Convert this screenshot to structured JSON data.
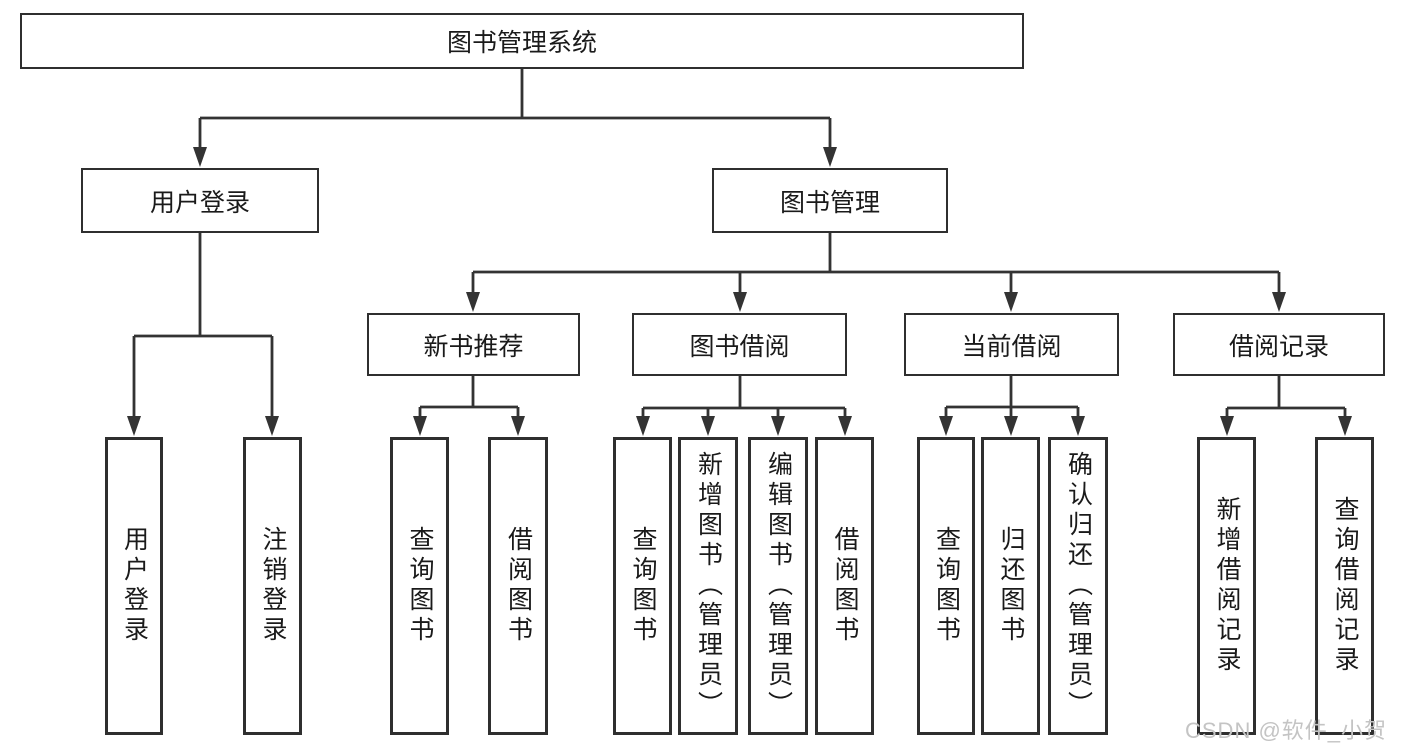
{
  "colors": {
    "background": "#ffffff",
    "line": "#333333",
    "box_border": "#2f2f2f",
    "text": "#1a1a1a",
    "watermark": "#c4c4c4"
  },
  "watermark": {
    "text": "CSDN @软件_小贺同学"
  },
  "tree": {
    "root": {
      "label": "图书管理系统"
    },
    "branches": [
      {
        "label": "用户登录",
        "children": [
          {
            "label": "用户登录"
          },
          {
            "label": "注销登录"
          }
        ]
      },
      {
        "label": "图书管理",
        "children": [
          {
            "label": "新书推荐",
            "children": [
              {
                "label": "查询图书"
              },
              {
                "label": "借阅图书"
              }
            ]
          },
          {
            "label": "图书借阅",
            "children": [
              {
                "label": "查询图书"
              },
              {
                "label": "新增图书（管理员）"
              },
              {
                "label": "编辑图书（管理员）"
              },
              {
                "label": "借阅图书"
              }
            ]
          },
          {
            "label": "当前借阅",
            "children": [
              {
                "label": "查询图书"
              },
              {
                "label": "归还图书"
              },
              {
                "label": "确认归还（管理员）"
              }
            ]
          },
          {
            "label": "借阅记录",
            "children": [
              {
                "label": "新增借阅记录"
              },
              {
                "label": "查询借阅记录"
              }
            ]
          }
        ]
      }
    ]
  }
}
